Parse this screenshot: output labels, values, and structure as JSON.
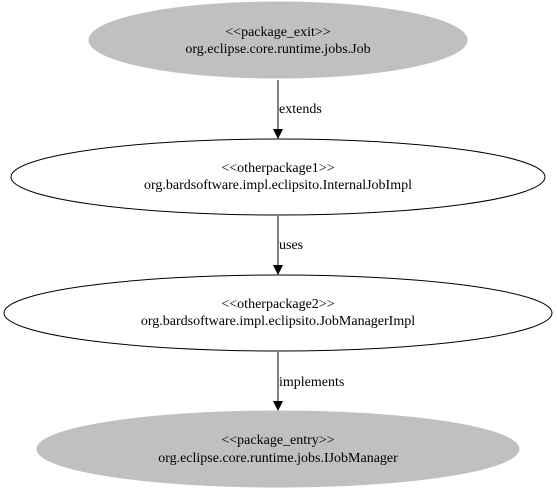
{
  "colors": {
    "filled_node": "#c0c0c0",
    "plain_node": "#ffffff",
    "stroke": "#000000",
    "background": "#ffffff"
  },
  "nodes": [
    {
      "id": "job",
      "stereotype": "<<package_exit>>",
      "name": "org.eclipse.core.runtime.jobs.Job",
      "style": "filled"
    },
    {
      "id": "internal-job-impl",
      "stereotype": "<<otherpackage1>>",
      "name": "org.bardsoftware.impl.eclipsito.InternalJobImpl",
      "style": "outline"
    },
    {
      "id": "job-manager-impl",
      "stereotype": "<<otherpackage2>>",
      "name": "org.bardsoftware.impl.eclipsito.JobManagerImpl",
      "style": "outline"
    },
    {
      "id": "ijob-manager",
      "stereotype": "<<package_entry>>",
      "name": "org.eclipse.core.runtime.jobs.IJobManager",
      "style": "filled"
    }
  ],
  "edges": [
    {
      "from": "job",
      "to": "internal-job-impl",
      "label": "extends"
    },
    {
      "from": "internal-job-impl",
      "to": "job-manager-impl",
      "label": "uses"
    },
    {
      "from": "job-manager-impl",
      "to": "ijob-manager",
      "label": "implements"
    }
  ]
}
